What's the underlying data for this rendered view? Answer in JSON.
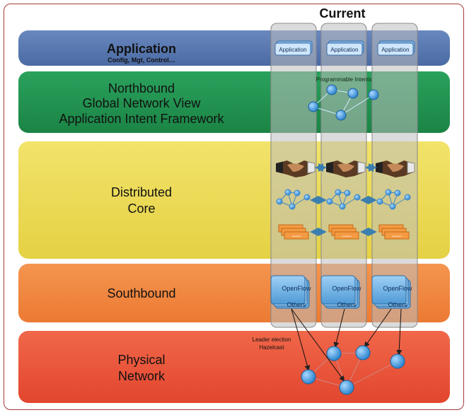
{
  "header": {
    "current_label": "Current"
  },
  "layers": {
    "application": {
      "title": "Application",
      "subtitle": "Config, Mgt, Control…",
      "color": "#4e6fa8"
    },
    "northbound": {
      "lines": [
        "Northbound",
        "Global Network View",
        "Application Intent Framework"
      ],
      "color": "#1f9150"
    },
    "distributed": {
      "lines": [
        "Distributed",
        "Core"
      ],
      "color": "#ead952"
    },
    "southbound": {
      "title": "Southbound",
      "color": "#ef833d"
    },
    "physical": {
      "lines": [
        "Physical",
        "Network"
      ],
      "color": "#ea5238"
    }
  },
  "columns": {
    "app_label": "Application",
    "southbound": [
      {
        "line1": "OpenFlow",
        "line2": "Others"
      },
      {
        "line1": "OpenFlow",
        "line2": "Others"
      },
      {
        "line1": "OpenFlow",
        "line2": "Others"
      }
    ],
    "card_label": "Hazelcast"
  },
  "labels": {
    "programmable_intents": "Programmable Intents",
    "leader_election": "Leader election",
    "hazelcast": "Hazelcast"
  },
  "colors": {
    "node": "#4a9de0",
    "column": "#b4b4b4",
    "arrow": "#3b7fb0"
  }
}
